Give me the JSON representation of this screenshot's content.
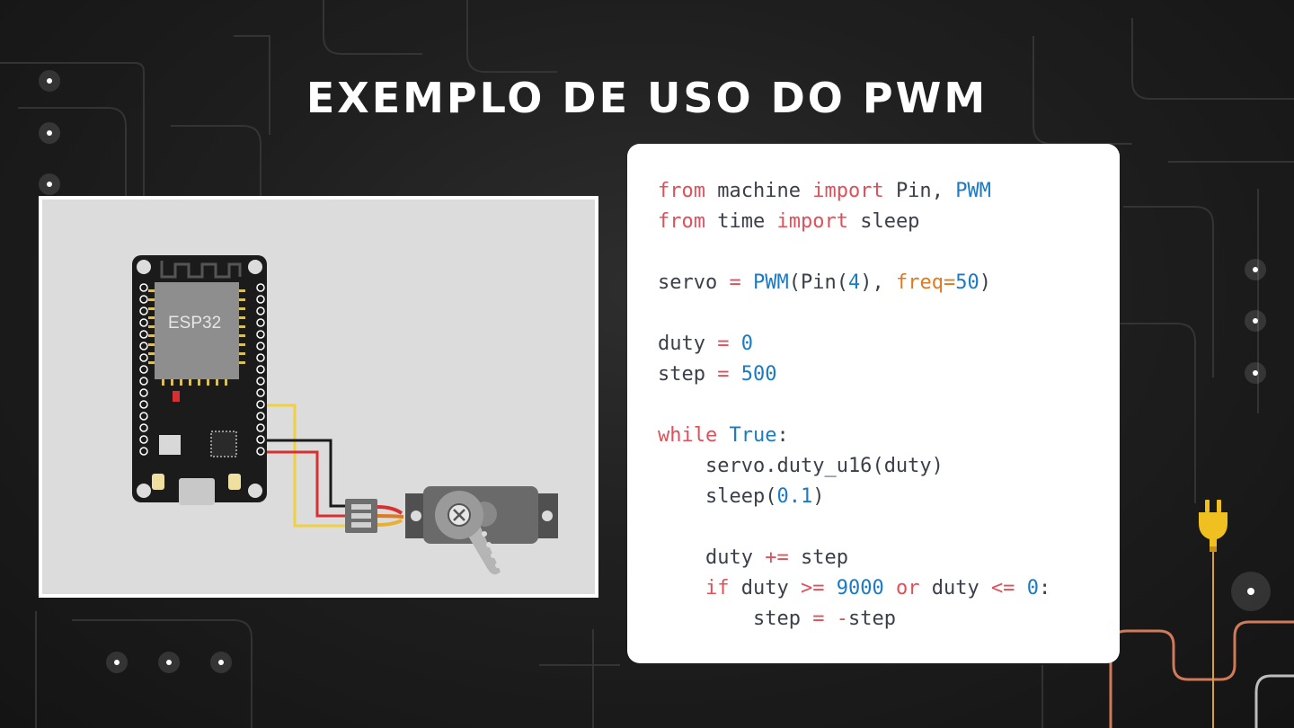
{
  "slide": {
    "title": "EXEMPLO DE USO DO PWM"
  },
  "diagram": {
    "board_label": "ESP32"
  },
  "code": {
    "language": "python",
    "lines": [
      "from machine import Pin, PWM",
      "from time import sleep",
      "",
      "servo = PWM(Pin(4), freq=50)",
      "",
      "duty = 0",
      "step = 500",
      "",
      "while True:",
      "    servo.duty_u16(duty)",
      "    sleep(0.1)",
      "",
      "    duty += step",
      "    if duty >= 9000 or duty <= 0:",
      "        step = -step"
    ]
  },
  "colors": {
    "keyword": "#e0505a",
    "builtin": "#1a7bc4",
    "param": "#e07a22",
    "text": "#3a3f4a",
    "wire_signal": "#f0d040",
    "wire_gnd": "#1a1a1a",
    "wire_vcc": "#d83030",
    "trace_accent": "#d07a5a"
  },
  "icons": [
    "plug-icon"
  ]
}
